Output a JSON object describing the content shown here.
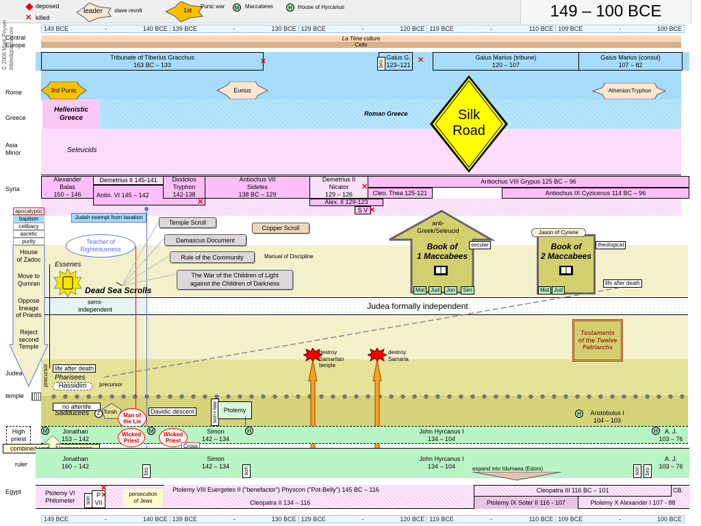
{
  "title": "149 – 100 BCE",
  "copyright": "© 2006 Mark Poyser",
  "site": "bibledigrams.com",
  "legend": {
    "deposed": "deposed",
    "killed": "killed",
    "leader": "leader",
    "slave_revolt": "slave revolt",
    "punic_badge": "1st",
    "punic_war": "Punic war",
    "maccabees_badge": "M",
    "maccabees": "Maccabees",
    "hyrcanus_badge": "H",
    "house_of_hyrcanus": "House of Hyrcanus"
  },
  "axis": [
    {
      "start": "149 BCE",
      "mid": "-",
      "end": "140 BCE"
    },
    {
      "start": "139 BCE",
      "mid": "-",
      "end": "130 BCE"
    },
    {
      "start": "129 BCE",
      "mid": "-",
      "end": "120 BCE"
    },
    {
      "start": "119 BCE",
      "mid": "-",
      "end": "110 BCE"
    },
    {
      "start": "109 BCE",
      "mid": "-",
      "end": "100 BCE"
    }
  ],
  "rows": {
    "central_europe": "Central\nEurope",
    "rome": "Rome",
    "greece": "Greece",
    "asia_minor": "Asia\nMinor",
    "syria": "Syria",
    "judea": "Judea",
    "temple": "temple",
    "high_priest": "High\npriest",
    "ruler": "ruler",
    "egypt": "Egypt"
  },
  "central_europe": {
    "culture": "La Tène culture",
    "people": "Celts"
  },
  "rome": {
    "tiberius": {
      "name": "Tribunate of Tiberius Gracchus",
      "dates": "163 BC – 133"
    },
    "gaius_g": {
      "name": "Gaius G.",
      "dates": "123–121",
      "rel": "bro"
    },
    "marius_tribune": {
      "name": "Gaius Marius (tribune)",
      "dates": "120 – 107"
    },
    "marius_consul": {
      "name": "Gaius Marius (consul)",
      "dates": "107 – 82"
    },
    "punic": "3rd Punic",
    "eunus": "Eunus",
    "athenion": "Athenion:Tryphon"
  },
  "greece": {
    "hellenistic": "Hellenistic\nGreece",
    "roman": "Roman Greece"
  },
  "silk_road": "Silk\nRoad",
  "asia_minor": {
    "seleucids": "Seleucids"
  },
  "syria": {
    "balas": {
      "name": "Alexander\nBalas",
      "dates": "150 – 146"
    },
    "demetrius_ii_first": "Demetrius II 145-141",
    "antio_vi": "Antio. VI 145 – 142",
    "tryphon": {
      "name": "Diodotos\nTryphon",
      "dates": "142-138"
    },
    "antiochus_vii": {
      "name": "Antiochus VII\nSidetes",
      "dates": "138 BC – 129"
    },
    "demetrius_ii_second": {
      "name": "Demetrius II\nNicator",
      "dates": "129 – 126"
    },
    "alex_ii": "Alex. II 129-123",
    "sv": "S V",
    "cleo_thea": "Cleo. Thea 125-121",
    "antiochus_viii": "Antiochus VIII Grypus   125 BC – 96",
    "antiochus_ix": "Antiochus IX Cyzicenus   114 BC – 96"
  },
  "sects": {
    "traits": [
      "apocalyptic",
      "baptism",
      "celibacy",
      "ascetic",
      "purity"
    ],
    "essene_reasons": [
      "House\nof Zadoc",
      "Move to\nQumran",
      "Oppose\nlineage\nof Priests",
      "Reject\nsecond\nTemple"
    ],
    "teacher": "Teacher of\nRighteousness",
    "essenes": "Essenes",
    "dead_sea_scrolls": "Dead Sea Scrolls",
    "judah_exempt": "Judah exempt from taxation",
    "scrolls": [
      "Temple Scroll",
      "Damascus Document",
      "Rule of the Community",
      "The War of the Children of Light\nagainst the Children of Darkness",
      "Copper Scroll"
    ],
    "manual": "Manual of Discipline",
    "semi_independent": "semi-\nindependent",
    "formally_independent": "Judea formally independent",
    "life_after_death": "life after death",
    "pharisees": "Pharisees",
    "hassidim": "Hassidim",
    "precursor": "precursor",
    "no_afterlife": "no afterlife",
    "sadducees": "Sadducees",
    "zadoc_badge": "Z",
    "torah": "Torah",
    "man_of_lie": "Man of\nthe Lie",
    "wicked_priest": "Wicked\nPriest",
    "davidic": "Davidic descent",
    "son_in_law": "son-i-law",
    "ptolemy": "Ptolemy",
    "cross": "Cross"
  },
  "books": {
    "anti": "anti-\nGreek/Seleucid",
    "macc1": "Book of\n1 Maccabees",
    "secular": "secular",
    "macc1_tags": [
      "Mat",
      "Jud",
      "Jon",
      "Sim"
    ],
    "jason": "Jason of Cyrene",
    "macc2": "Book of\n2 Maccabees",
    "theological": "theological",
    "macc2_tags": [
      "Mat",
      "Jud"
    ],
    "life_after_death": "life after death",
    "testaments": "Testaments\nof the Twelve\nPatriarchs"
  },
  "events": {
    "samaritan_temple": "destroy\nSamaritan\ntemple",
    "samaria": "destroy\nSamaria"
  },
  "hasmoneans": {
    "combined": "combined under Hasmoneans",
    "hp_jonathan": {
      "name": "Jonathan",
      "dates": "153 – 142"
    },
    "hp_simon": {
      "name": "Simon",
      "dates": "142 – 134"
    },
    "hp_hyrcanus": {
      "name": "John Hyrcanus I",
      "dates": "134 – 104"
    },
    "aristobulus": {
      "name": "Aristobulus I",
      "dates": "104 – 103"
    },
    "hp_aj": {
      "name": "A. J.",
      "dates": "103 – 76"
    },
    "r_jonathan": {
      "name": "Jonathan",
      "dates": "160 – 142"
    },
    "r_simon": {
      "name": "Simon",
      "dates": "142 – 134"
    },
    "r_hyrcanus": {
      "name": "John Hyrcanus I",
      "dates": "134 – 104"
    },
    "r_aj": {
      "name": "A. J.",
      "dates": "103 – 76"
    },
    "expand": "expand into Idumaea (Edom)",
    "bro": "bro",
    "son": "son"
  },
  "egypt": {
    "ptolemy_vi": "Ptolemy VI\nPhilometer",
    "son": "son",
    "p_vii": "P\nVII",
    "persecution": "persecution\nof Jews",
    "ptolemy_viii": "Ptolemy VIII Euergetes II (\"benefactor\") Physcon (\"Pot-Belly\") 145 BC – 116",
    "cleopatra_ii": "Cleopatra II  134 – 116",
    "cleopatra_iii": "Cleopatra III  116 BC – 101",
    "cb": "CB.",
    "ptolemy_ix": "Ptolemy IX Soter II 116 - 107",
    "ptolemy_x": "Ptolemy X Alexander I 107 - 88"
  },
  "colors": {
    "rome": "#a6dcfa",
    "greece_pink": "#fac8f6",
    "asia": "#fddbfb",
    "judea": "#f3f0cc",
    "hasmonean": "#b8f4c4",
    "silk_road": "#ffff00",
    "killed": "#e00000"
  }
}
